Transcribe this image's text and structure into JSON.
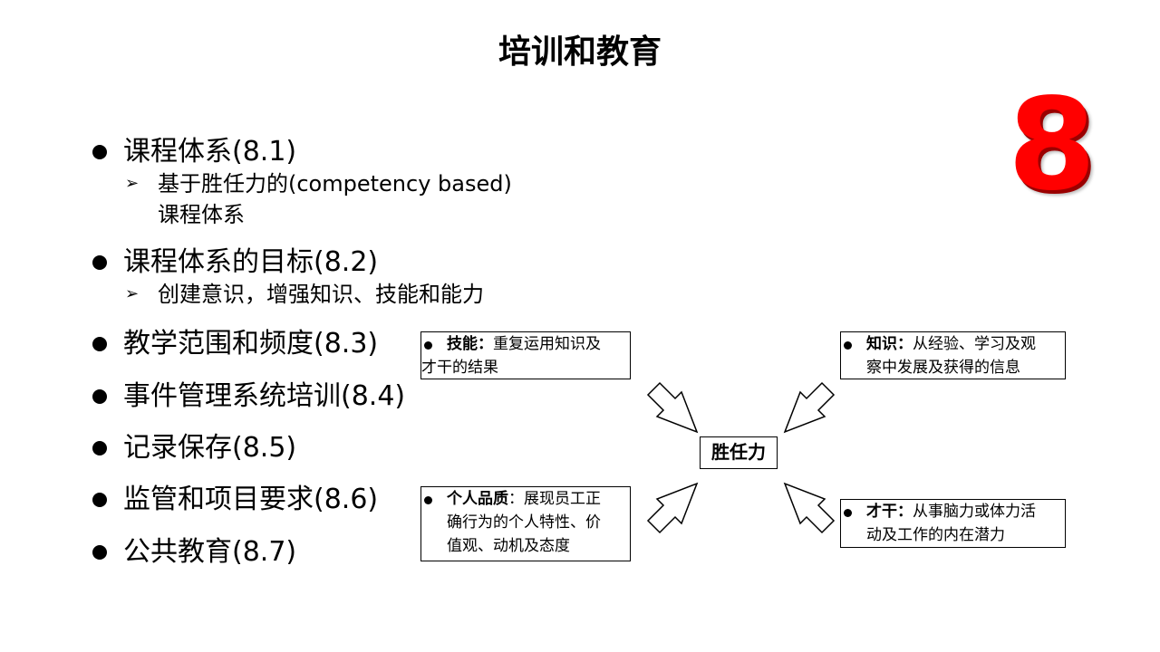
{
  "slide": {
    "title": "培训和教育",
    "number": "8"
  },
  "bullets": [
    {
      "text": "课程体系(8.1)"
    },
    {
      "text": "课程体系的目标(8.2)"
    },
    {
      "text": "教学范围和频度(8.3)"
    },
    {
      "text": "事件管理系统培训(8.4)"
    },
    {
      "text": "记录保存(8.5)"
    },
    {
      "text": "监管和项目要求(8.6)"
    },
    {
      "text": "公共教育(8.7)"
    }
  ],
  "sub_bullets": [
    {
      "lines": [
        "基于胜任力的(competency based)",
        "课程体系"
      ]
    },
    {
      "lines": [
        "创建意识，增强知识、技能和能力"
      ]
    }
  ],
  "diagram": {
    "center": "胜任力",
    "skill": {
      "label": "技能：",
      "line1": "重复运用知识及",
      "line2": "才干的结果"
    },
    "knowledge": {
      "label": "知识：",
      "line1": "从经验、学习及观",
      "line2": "察中发展及获得的信息"
    },
    "quality": {
      "label": "个人品质",
      "line1": "：展现员工正",
      "line2": "确行为的个人特性、价",
      "line3": "值观、动机及态度"
    },
    "talent": {
      "label": "才干：",
      "line1": "从事脑力或体力活",
      "line2": "动及工作的内在潜力"
    }
  }
}
